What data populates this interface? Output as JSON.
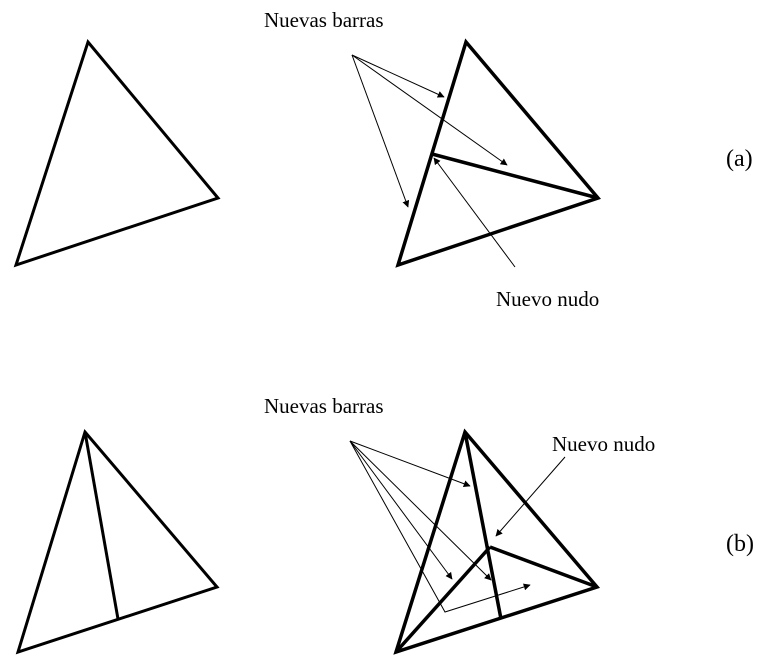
{
  "panels": [
    {
      "id": "a",
      "tag": "(a)",
      "new_bars_label": "Nuevas barras",
      "new_node_label": "Nuevo nudo"
    },
    {
      "id": "b",
      "tag": "(b)",
      "new_bars_label": "Nuevas barras",
      "new_node_label": "Nuevo nudo"
    }
  ],
  "colors": {
    "stroke": "#000000",
    "background": "#ffffff"
  }
}
